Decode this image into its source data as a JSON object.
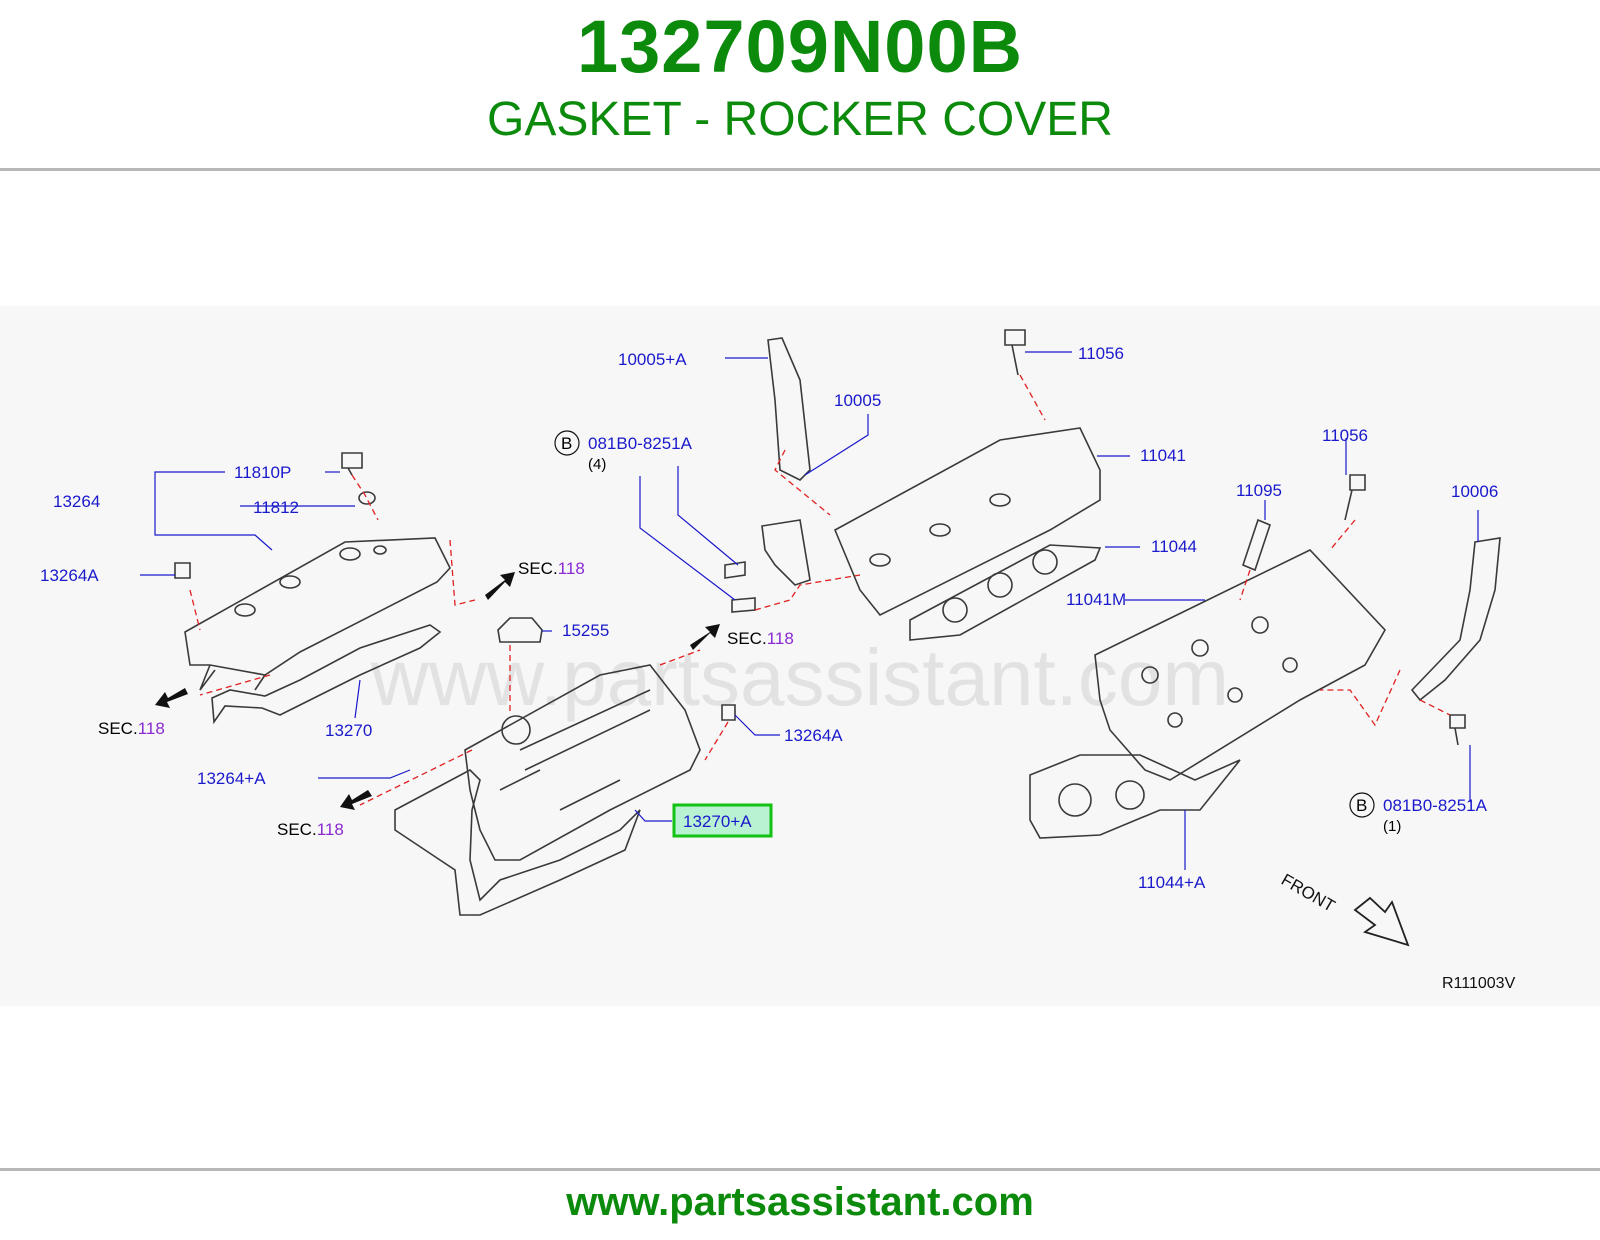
{
  "header": {
    "part_number": "132709N00B",
    "part_name": "GASKET - ROCKER COVER"
  },
  "footer": {
    "url": "www.partsassistant.com"
  },
  "diagram": {
    "watermark": "www.partsassistant.com",
    "figure_code": "R111003V",
    "front_label": "FRONT",
    "sec_prefix": "SEC.",
    "sec_number": "118",
    "callouts": [
      {
        "id": "c1",
        "text": "10005+A"
      },
      {
        "id": "c2",
        "text": "11056"
      },
      {
        "id": "c3",
        "text": "10005"
      },
      {
        "id": "c4",
        "text": "081B0-8251A"
      },
      {
        "id": "c5",
        "text": "(4)"
      },
      {
        "id": "c6",
        "text": "11041"
      },
      {
        "id": "c7",
        "text": "11056"
      },
      {
        "id": "c8",
        "text": "11810P"
      },
      {
        "id": "c9",
        "text": "13264"
      },
      {
        "id": "c10",
        "text": "11812"
      },
      {
        "id": "c11",
        "text": "11095"
      },
      {
        "id": "c12",
        "text": "10006"
      },
      {
        "id": "c13",
        "text": "13264A"
      },
      {
        "id": "c14",
        "text": "11044"
      },
      {
        "id": "c15",
        "text": "11041M"
      },
      {
        "id": "c16",
        "text": "15255"
      },
      {
        "id": "c17",
        "text": "13270"
      },
      {
        "id": "c18",
        "text": "13264A"
      },
      {
        "id": "c19",
        "text": "13264+A"
      },
      {
        "id": "c20",
        "text": "13270+A"
      },
      {
        "id": "c21",
        "text": "081B0-8251A"
      },
      {
        "id": "c22",
        "text": "(1)"
      },
      {
        "id": "c23",
        "text": "11044+A"
      }
    ],
    "bolt_marker": "B",
    "highlighted_part": "13270+A"
  }
}
